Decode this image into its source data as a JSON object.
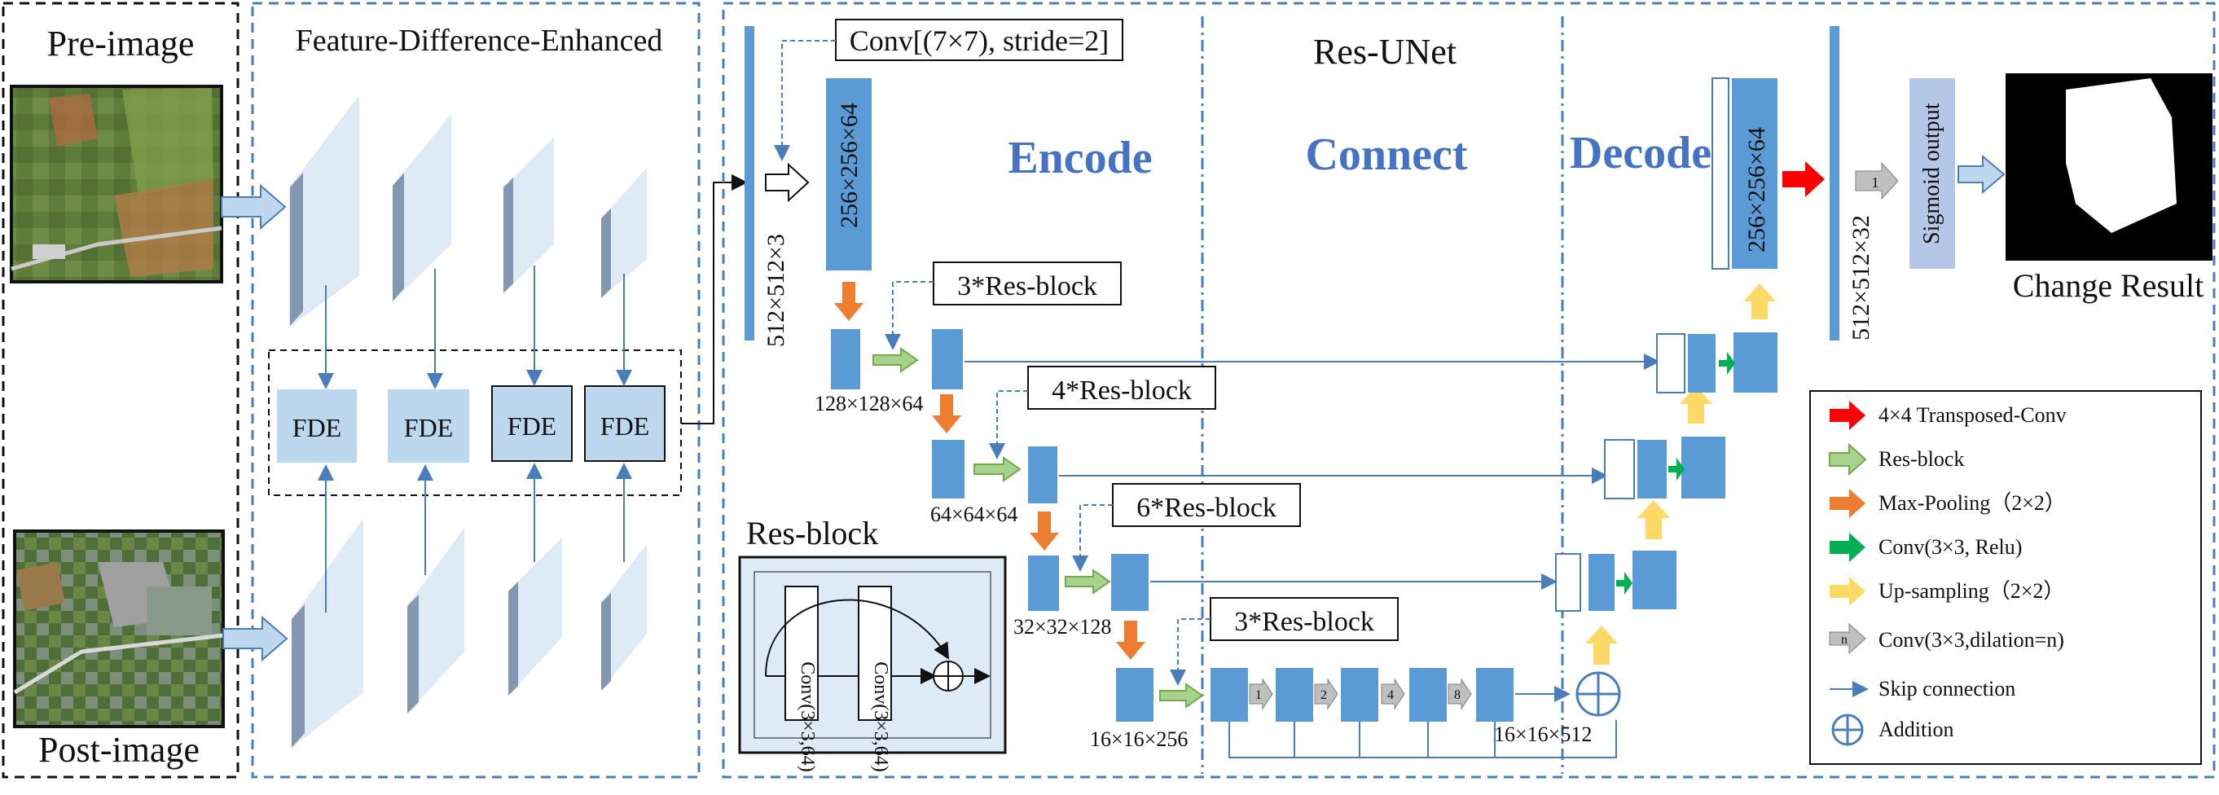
{
  "panels": {
    "input": {
      "pre_label": "Pre-image",
      "post_label": "Post-image"
    },
    "fde": {
      "title": "Feature-Difference-Enhanced",
      "modules": [
        "FDE",
        "FDE",
        "FDE",
        "FDE"
      ]
    },
    "resunet": {
      "title": "Res-UNet",
      "stages": {
        "encode": "Encode",
        "connect": "Connect",
        "decode": "Decode"
      },
      "first_conv": "Conv[(7×7), stride=2]",
      "input_dim": "512×512×3",
      "first_block": "256×256×64",
      "res_blocks": [
        "3*Res-block",
        "4*Res-block",
        "6*Res-block",
        "3*Res-block"
      ],
      "dims": [
        "128×128×64",
        "64×64×64",
        "32×32×128",
        "16×16×256",
        "16×16×512"
      ],
      "dilations": [
        "1",
        "2",
        "4",
        "8"
      ],
      "decode_block": "256×256×64",
      "out_dim": "512×512×32",
      "out_dilation": "1",
      "sigmoid_label": "Sigmoid output",
      "result_label": "Change Result"
    },
    "resblock": {
      "title": "Res-block",
      "conv1": "Conv(3×3,64)",
      "conv2": "Conv(3×3,64)"
    }
  },
  "legend": [
    {
      "icon": "red-arrow",
      "label": "4×4 Transposed-Conv"
    },
    {
      "icon": "green-arrow",
      "label": "Res-block"
    },
    {
      "icon": "orange-arrow",
      "label": "Max-Pooling（2×2）"
    },
    {
      "icon": "dark-green-arrow",
      "label": "Conv(3×3, Relu)"
    },
    {
      "icon": "yellow-arrow",
      "label": "Up-sampling（2×2）"
    },
    {
      "icon": "gray-arrow",
      "symbol": "n",
      "label": "Conv(3×3,dilation=n)"
    },
    {
      "icon": "skip-line",
      "label": "Skip connection"
    },
    {
      "icon": "addition-circle",
      "label": "Addition"
    }
  ],
  "colors": {
    "block_blue": "#5b9bd5",
    "light_blue": "#bdd7ee",
    "title_blue": "#4472c4",
    "red": "#ff0000",
    "green": "#a9d18e",
    "orange": "#ed7d31",
    "dark_green": "#00b050",
    "yellow": "#ffd966",
    "gray": "#bfbfbf"
  }
}
